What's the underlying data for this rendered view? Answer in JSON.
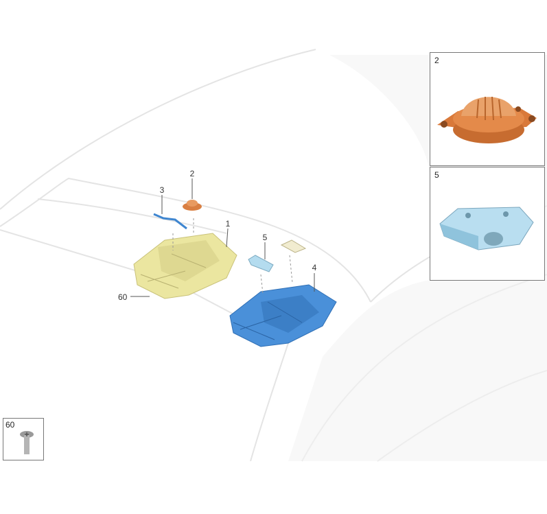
{
  "callouts": {
    "part1": "1",
    "part2": "2",
    "part3": "3",
    "part4": "4",
    "part5": "5",
    "part60": "60"
  },
  "insets": {
    "inset2": "2",
    "inset5": "5",
    "inset60": "60"
  },
  "colors": {
    "part1": "#ece9a6",
    "part2": "#e08a4c",
    "part3": "#4a8fd6",
    "part4": "#4a90d9",
    "part5": "#a9d8ee"
  }
}
